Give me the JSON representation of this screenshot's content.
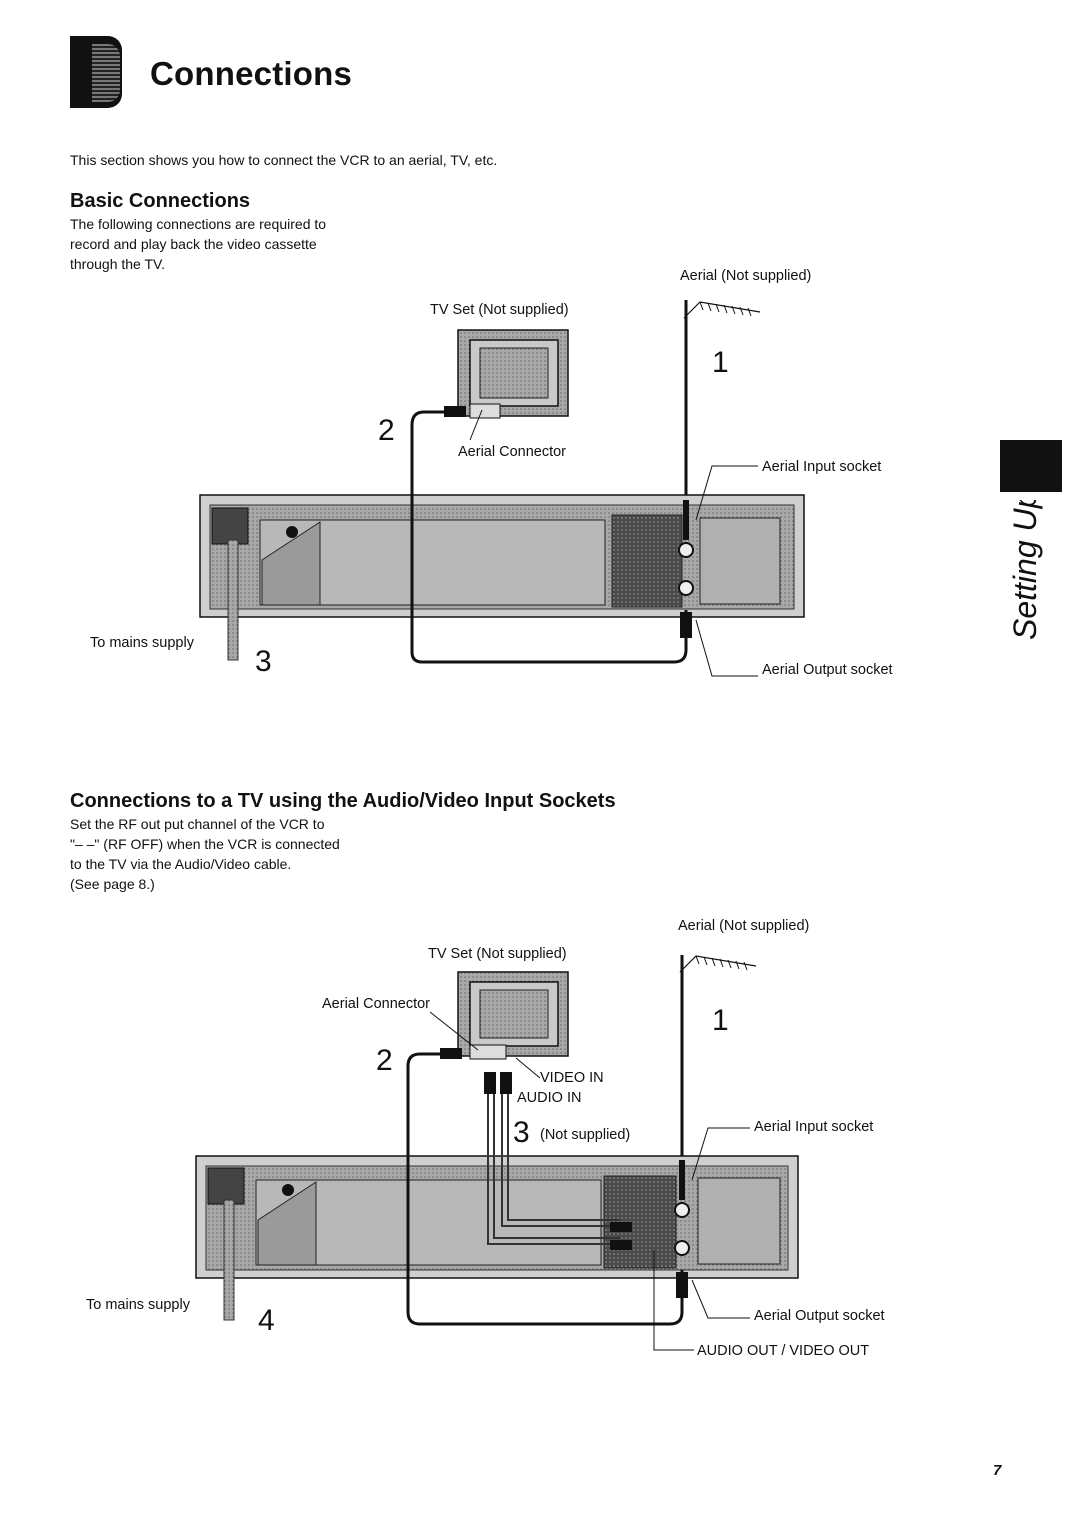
{
  "page": {
    "title": "Connections",
    "intro": "This section shows you how to connect the VCR to an aerial, TV, etc.",
    "side_tab": "Setting Up",
    "page_number": "7"
  },
  "basic": {
    "heading": "Basic Connections",
    "text": [
      "The following connections are required to",
      "record and play back the video cassette",
      "through the TV."
    ],
    "labels": {
      "aerial": "Aerial (Not supplied)",
      "tv_set": "TV Set (Not supplied)",
      "aerial_connector": "Aerial Connector",
      "aerial_input": "Aerial Input socket",
      "aerial_output": "Aerial Output socket",
      "mains": "To mains supply"
    },
    "steps": [
      "1",
      "2",
      "3"
    ]
  },
  "av": {
    "heading": "Connections to a TV using the Audio/Video Input Sockets",
    "text": [
      "Set the RF out put channel of the VCR to",
      "\"– –\" (RF OFF) when the VCR is connected",
      "to the TV via the Audio/Video cable.",
      "(See page 8.)"
    ],
    "labels": {
      "aerial": "Aerial (Not supplied)",
      "tv_set": "TV Set (Not supplied)",
      "aerial_connector": "Aerial Connector",
      "video_in": "VIDEO IN",
      "audio_in": "AUDIO IN",
      "not_supplied": "(Not supplied)",
      "aerial_input": "Aerial Input socket",
      "aerial_output": "Aerial Output socket",
      "audio_video_out": "AUDIO OUT / VIDEO OUT",
      "mains": "To mains supply"
    },
    "steps": [
      "1",
      "2",
      "3",
      "4"
    ]
  },
  "colors": {
    "ink": "#111111",
    "panel": "#9a9a9a",
    "panel_dark": "#5e5e5e"
  }
}
